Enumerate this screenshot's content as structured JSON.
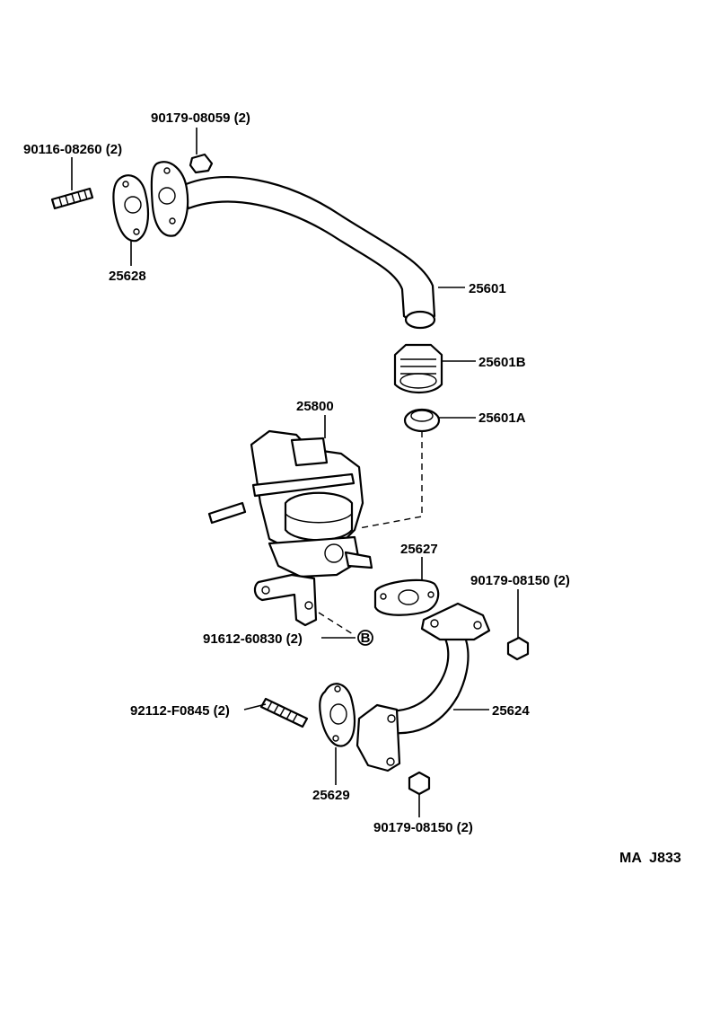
{
  "parts": [
    {
      "id": "p1",
      "label": "90179-08059 (2)"
    },
    {
      "id": "p2",
      "label": "90116-08260 (2)"
    },
    {
      "id": "p3",
      "label": "25628"
    },
    {
      "id": "p4",
      "label": "25601"
    },
    {
      "id": "p5",
      "label": "25601B"
    },
    {
      "id": "p6",
      "label": "25800"
    },
    {
      "id": "p7",
      "label": "25601A"
    },
    {
      "id": "p8",
      "label": "25627"
    },
    {
      "id": "p9",
      "label": "90179-08150 (2)"
    },
    {
      "id": "p10",
      "label": "91612-60830 (2)"
    },
    {
      "id": "p11",
      "label": "92112-F0845 (2)"
    },
    {
      "id": "p12",
      "label": "25624"
    },
    {
      "id": "p13",
      "label": "25629"
    },
    {
      "id": "p14",
      "label": "90179-08150 (2)"
    }
  ],
  "ref_marker": "B",
  "diagram_code": "MA  J833"
}
